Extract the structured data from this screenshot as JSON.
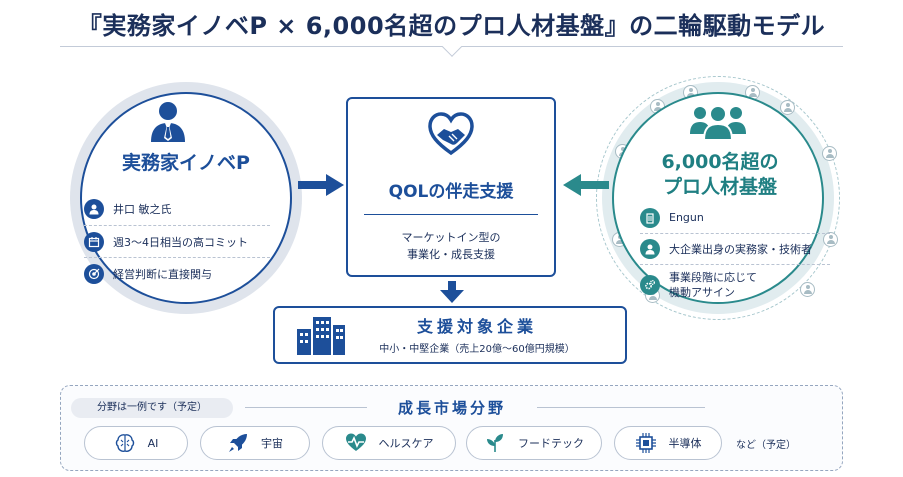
{
  "title": "『実務家イノベP × 6,000名超のプロ人材基盤』の二輪駆動モデル",
  "left": {
    "title": "実務家イノベP",
    "items": [
      "井口 敏之氏",
      "週3～4日相当の高コミット",
      "経営判断に直接関与"
    ]
  },
  "center": {
    "title": "QOLの伴走支援",
    "sub1": "マーケットイン型の",
    "sub2": "事業化・成長支援"
  },
  "right": {
    "title1": "6,000名超の",
    "title2": "プロ人材基盤",
    "items": [
      "Engun",
      "大企業出身の実務家・技術者"
    ],
    "item3_line1": "事業段階に応じて",
    "item3_line2": "機動アサイン"
  },
  "target": {
    "title": "支援対象企業",
    "sub": "中小・中堅企業（売上20億～60億円規模）"
  },
  "fields": {
    "note": "分野は一例です（予定）",
    "title": "成長市場分野",
    "items": [
      "AI",
      "宇宙",
      "ヘルスケア",
      "フードテック",
      "半導体"
    ],
    "etc": "など（予定）"
  },
  "colors": {
    "navy": "#1d4f9a",
    "teal": "#2a8a8c",
    "text": "#1b2f5a"
  },
  "icons": [
    "businessman-icon",
    "handshake-heart-icon",
    "team-icon",
    "building-icon",
    "person-icon",
    "calendar-icon",
    "target-icon",
    "brain-icon",
    "rocket-icon",
    "heartbeat-icon",
    "leaf-icon",
    "chip-icon",
    "gears-icon"
  ]
}
